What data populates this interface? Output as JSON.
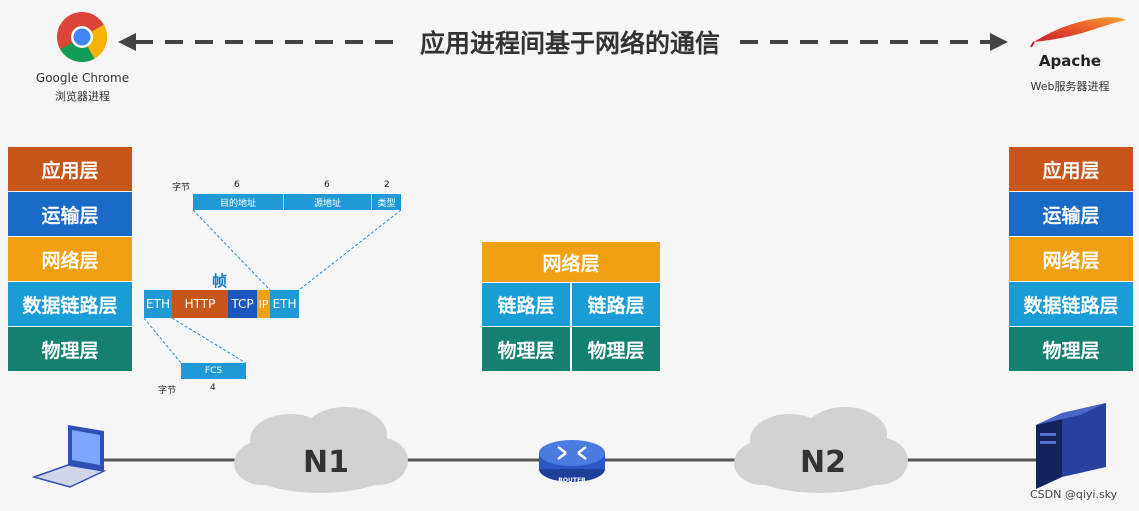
{
  "title": "应用进程间基于网络的通信",
  "client": {
    "name": "Google Chrome",
    "sub": "浏览器进程"
  },
  "server": {
    "name": "Apache",
    "sub": "Web服务器进程"
  },
  "left_stack": [
    "应用层",
    "运输层",
    "网络层",
    "数据链路层",
    "物理层"
  ],
  "right_stack": [
    "应用层",
    "运输层",
    "网络层",
    "数据链路层",
    "物理层"
  ],
  "router_stack": {
    "network": "网络层",
    "link": [
      "链路层",
      "链路层"
    ],
    "physical": [
      "物理层",
      "物理层"
    ]
  },
  "frame": {
    "title": "帧",
    "header_unit": "字节",
    "header_sizes": [
      "6",
      "6",
      "2"
    ],
    "header_fields": [
      "目的地址",
      "源地址",
      "类型"
    ],
    "parts": [
      "ETH",
      "HTTP",
      "TCP",
      "IP",
      "ETH"
    ],
    "trailer_field": "FCS",
    "trailer_unit": "字节",
    "trailer_size": "4"
  },
  "network": {
    "n1": "N1",
    "n2": "N2",
    "router_label": "ROUTER"
  },
  "watermark": "CSDN @qiyi.sky"
}
